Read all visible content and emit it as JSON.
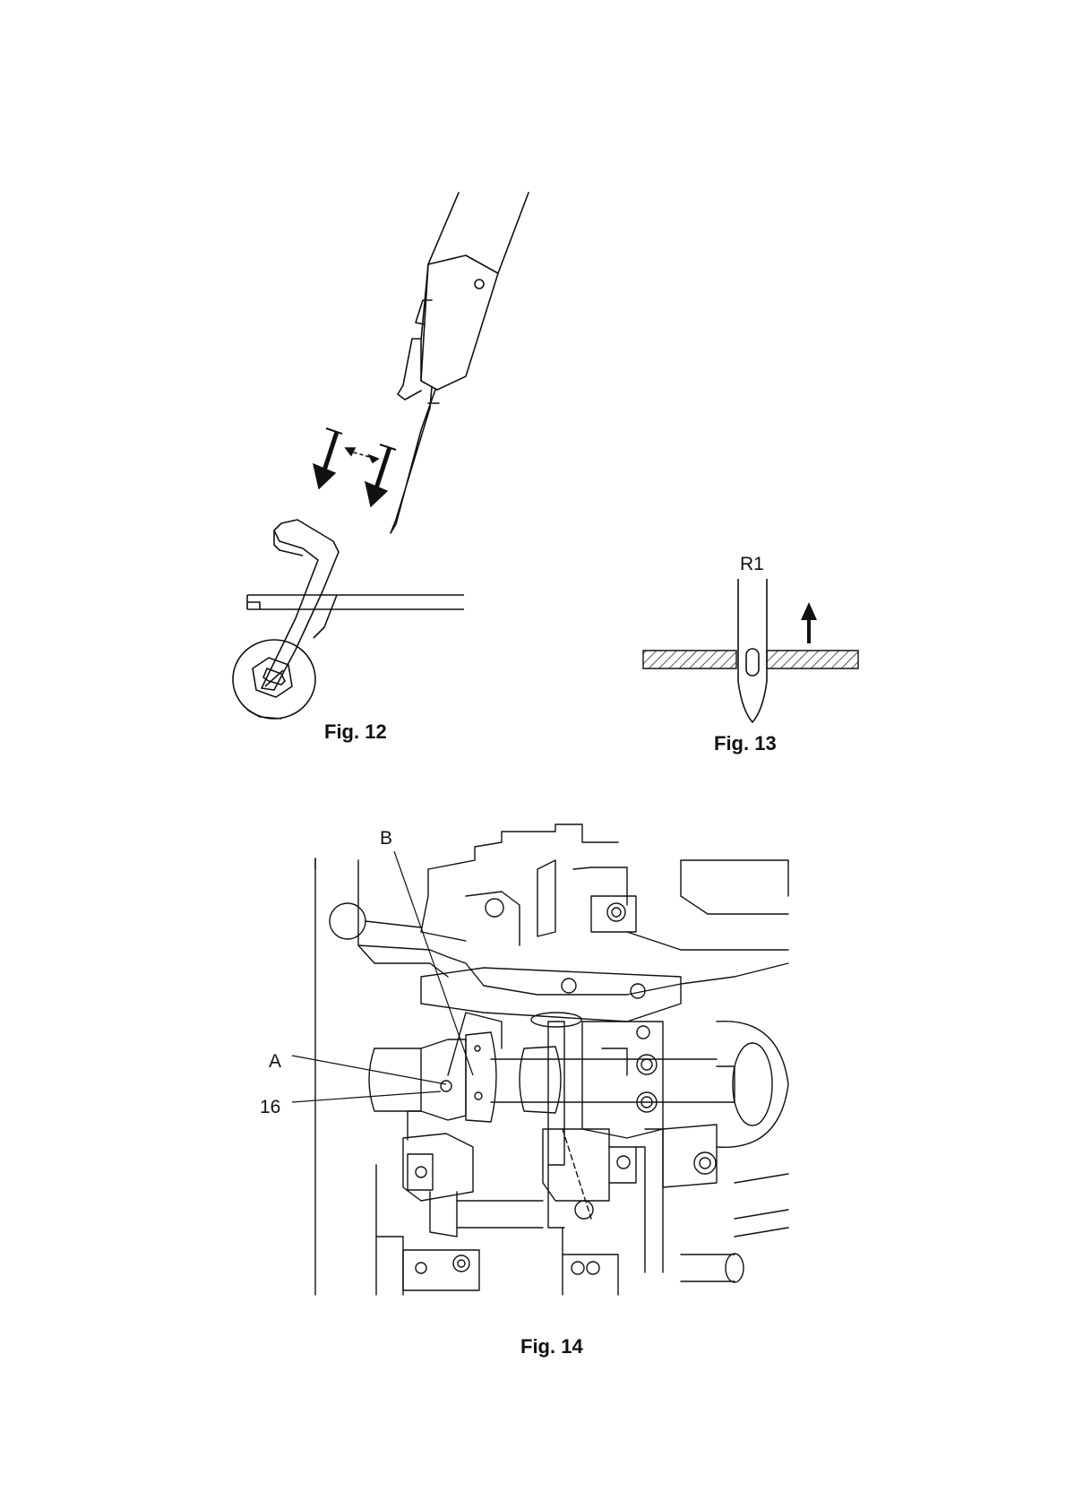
{
  "figures": {
    "fig12": {
      "caption": "Fig. 12"
    },
    "fig13": {
      "caption": "Fig. 13",
      "needle_label": "R1"
    },
    "fig14": {
      "caption": "Fig. 14",
      "callouts": {
        "a": "A",
        "b": "B",
        "c": "16"
      }
    }
  }
}
